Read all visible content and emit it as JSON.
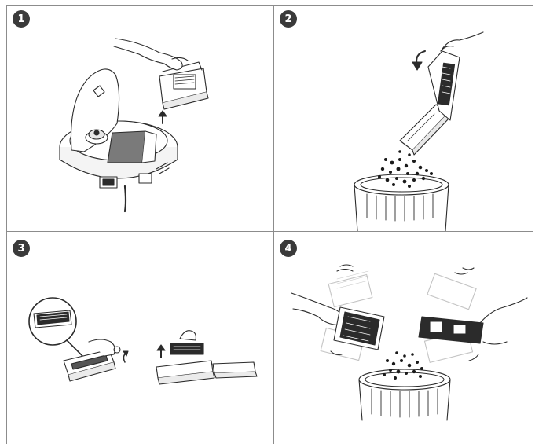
{
  "steps": [
    {
      "number": "1"
    },
    {
      "number": "2"
    },
    {
      "number": "3"
    },
    {
      "number": "4"
    }
  ],
  "colors": {
    "line": "#2b2b2b",
    "frame": "#8c8c8c",
    "badge": "#3a3a3a",
    "dust": "#1a1a1a",
    "ghost": "#c4c4c4"
  }
}
